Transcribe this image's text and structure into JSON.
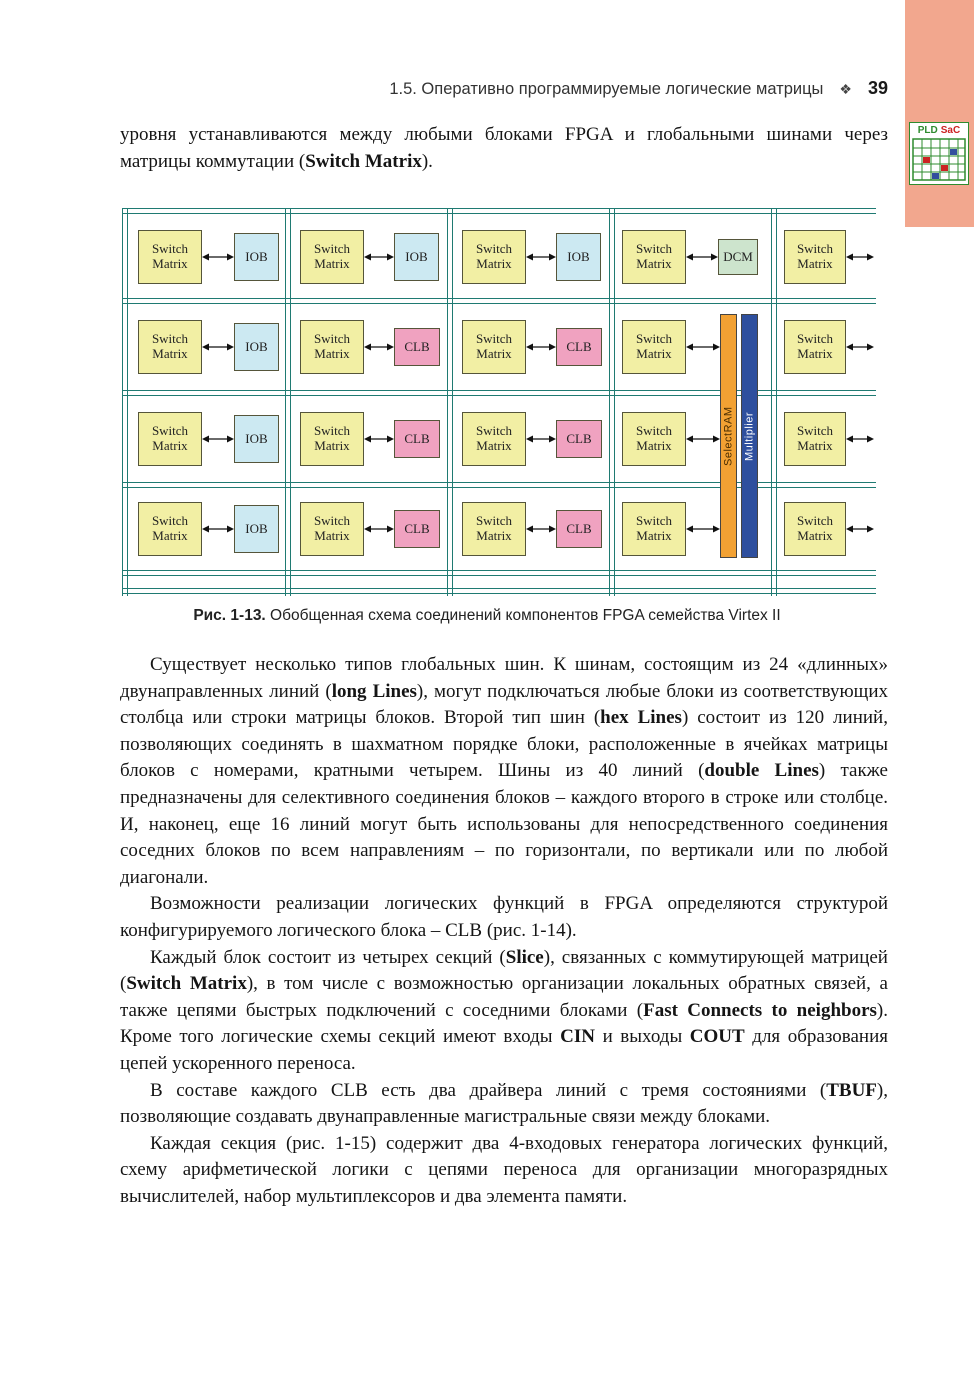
{
  "header": {
    "title": "1.5. Оперативно программируемые логические матрицы",
    "separator": "❖",
    "page_number": "39"
  },
  "sidebar": {
    "logo": {
      "pld": "PLD",
      "sac": "SaC"
    }
  },
  "intro": [
    {
      "t": "уровня устанавливаются между любыми блоками FPGA и глобальными шинами через матрицы коммутации ("
    },
    {
      "t": "Switch Matrix",
      "b": true
    },
    {
      "t": ")."
    }
  ],
  "figure": {
    "caption_label": "Рис. 1-13.",
    "caption_text": " Обобщенная схема соединений компонентов FPGA семейства Virtex II",
    "labels": {
      "switch_matrix": "Switch Matrix",
      "selectram": "SelectRAM",
      "multiplier": "Multiplier"
    },
    "colors": {
      "switch_matrix": "#f2efa4",
      "iob": "#cce9f2",
      "clb": "#f0a2c0",
      "dcm": "#cde4cd",
      "selectram": "#f2a133",
      "multiplier": "#2e4f9e",
      "grid_line": "#1f7a72"
    },
    "rows": [
      {
        "partners": [
          {
            "label": "IOB",
            "type": "iob"
          },
          {
            "label": "IOB",
            "type": "iob"
          },
          {
            "label": "IOB",
            "type": "iob"
          },
          {
            "label": "DCM",
            "type": "dcm"
          },
          {
            "type": "edge"
          }
        ]
      },
      {
        "partners": [
          {
            "label": "IOB",
            "type": "iob"
          },
          {
            "label": "CLB",
            "type": "clb"
          },
          {
            "label": "CLB",
            "type": "clb"
          },
          {
            "type": "ram"
          },
          {
            "type": "edge"
          }
        ]
      },
      {
        "partners": [
          {
            "label": "IOB",
            "type": "iob"
          },
          {
            "label": "CLB",
            "type": "clb"
          },
          {
            "label": "CLB",
            "type": "clb"
          },
          {
            "type": "ram"
          },
          {
            "type": "edge"
          }
        ]
      },
      {
        "partners": [
          {
            "label": "IOB",
            "type": "iob"
          },
          {
            "label": "CLB",
            "type": "clb"
          },
          {
            "label": "CLB",
            "type": "clb"
          },
          {
            "type": "ram"
          },
          {
            "type": "edge"
          }
        ]
      }
    ]
  },
  "paragraphs": [
    [
      {
        "t": "Существует несколько типов глобальных шин. К шинам, состоящим из 24 «длинных» двунаправленных линий ("
      },
      {
        "t": "long Lines",
        "b": true
      },
      {
        "t": "), могут подключаться любые блоки из соответствующих столбца или строки матрицы блоков. Второй тип шин ("
      },
      {
        "t": "hex Lines",
        "b": true
      },
      {
        "t": ") состоит из 120 линий, позволяющих соединять в шахматном порядке блоки, расположенные в ячейках матрицы блоков с номерами, кратными четырем. Шины из 40 линий ("
      },
      {
        "t": "double Lines",
        "b": true
      },
      {
        "t": ") также предназначены для селективного соединения блоков – каждого второго в строке или столбце. И, наконец, еще 16 линий могут быть использованы для непосредственного соединения соседних блоков по всем направлениям – по горизонтали, по вертикали или по любой диагонали."
      }
    ],
    [
      {
        "t": "Возможности реализации логических функций в FPGA определяются структурой конфигурируемого логического блока – CLB (рис. 1-14)."
      }
    ],
    [
      {
        "t": "Каждый блок состоит из четырех секций ("
      },
      {
        "t": "Slice",
        "b": true
      },
      {
        "t": "), связанных с коммутирующей матрицей ("
      },
      {
        "t": "Switch Matrix",
        "b": true
      },
      {
        "t": "), в том числе с возможностью организации локальных обратных связей, а также цепями быстрых подключений с соседними блоками ("
      },
      {
        "t": "Fast Connects to neighbors",
        "b": true
      },
      {
        "t": "). Кроме того логические схемы секций имеют входы "
      },
      {
        "t": "CIN",
        "b": true
      },
      {
        "t": " и выходы "
      },
      {
        "t": "COUT",
        "b": true
      },
      {
        "t": " для образования цепей ускоренного переноса."
      }
    ],
    [
      {
        "t": "В составе каждого CLB есть два драйвера линий с тремя состояниями ("
      },
      {
        "t": "TBUF",
        "b": true
      },
      {
        "t": "), позволяющие создавать двунаправленные магистральные связи между блоками."
      }
    ],
    [
      {
        "t": "Каждая секция (рис. 1-15) содержит два 4-входовых генератора логических функций, схему арифметической логики с цепями переноса для организации многоразрядных вычислителей, набор мультиплексоров и два элемента памяти."
      }
    ]
  ]
}
